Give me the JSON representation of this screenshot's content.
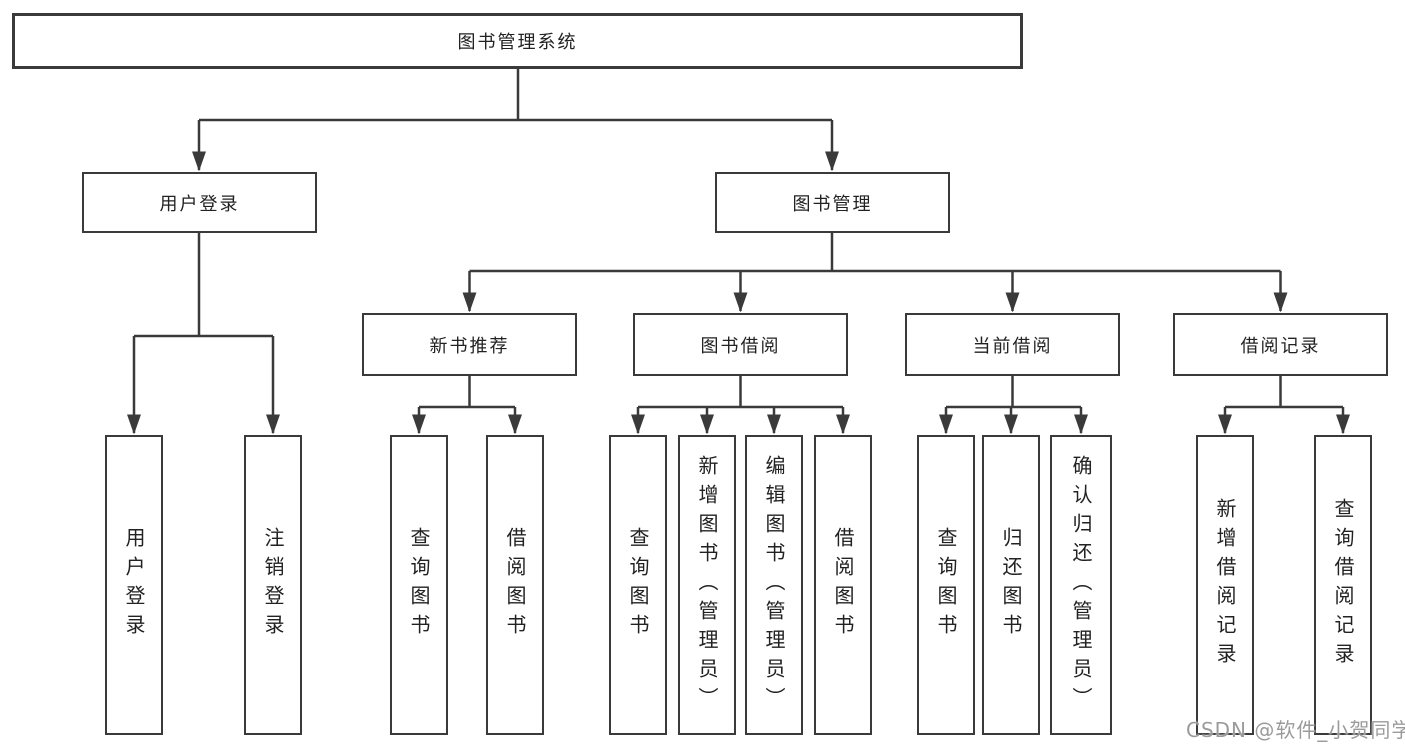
{
  "diagram": {
    "root": {
      "label": "图书管理系统"
    },
    "branches": [
      {
        "label": "用户登录",
        "children": [
          {
            "label": "用户登录"
          },
          {
            "label": "注销登录"
          }
        ]
      },
      {
        "label": "图书管理",
        "children": [
          {
            "label": "新书推荐",
            "children": [
              {
                "label": "查询图书"
              },
              {
                "label": "借阅图书"
              }
            ]
          },
          {
            "label": "图书借阅",
            "children": [
              {
                "label": "查询图书"
              },
              {
                "label": "新增图书（管理员）"
              },
              {
                "label": "编辑图书（管理员）"
              },
              {
                "label": "借阅图书"
              }
            ]
          },
          {
            "label": "当前借阅",
            "children": [
              {
                "label": "查询图书"
              },
              {
                "label": "归还图书"
              },
              {
                "label": "确认归还（管理员）"
              }
            ]
          },
          {
            "label": "借阅记录",
            "children": [
              {
                "label": "新增借阅记录"
              },
              {
                "label": "查询借阅记录"
              }
            ]
          }
        ]
      }
    ]
  },
  "watermark": {
    "text": "CSDN @软件_小贺同学"
  },
  "colors": {
    "line": "#3a3a3a",
    "box_border": "#3a3a3a",
    "text": "#222222",
    "watermark": "#9b9b9b",
    "background": "#ffffff"
  }
}
